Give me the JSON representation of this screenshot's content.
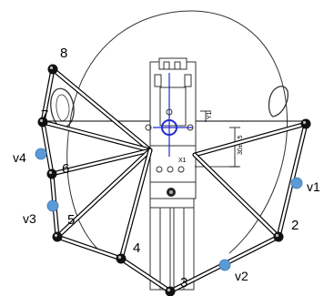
{
  "diagram": {
    "colors": {
      "link": "#000000",
      "link_fill": "#ffffff",
      "joint": "#111111",
      "virtual_point": "#5b9bd5",
      "datum_blue": "#1f2bd0",
      "drawing": "#333333"
    },
    "joint_labels": [
      "2",
      "3",
      "4",
      "5",
      "6",
      "7",
      "8"
    ],
    "virtual_points": [
      "v1",
      "v2",
      "v3",
      "v4"
    ],
    "annotations": {
      "x1": "X1",
      "y1": "Y1",
      "dimension": "30±0.5"
    }
  }
}
